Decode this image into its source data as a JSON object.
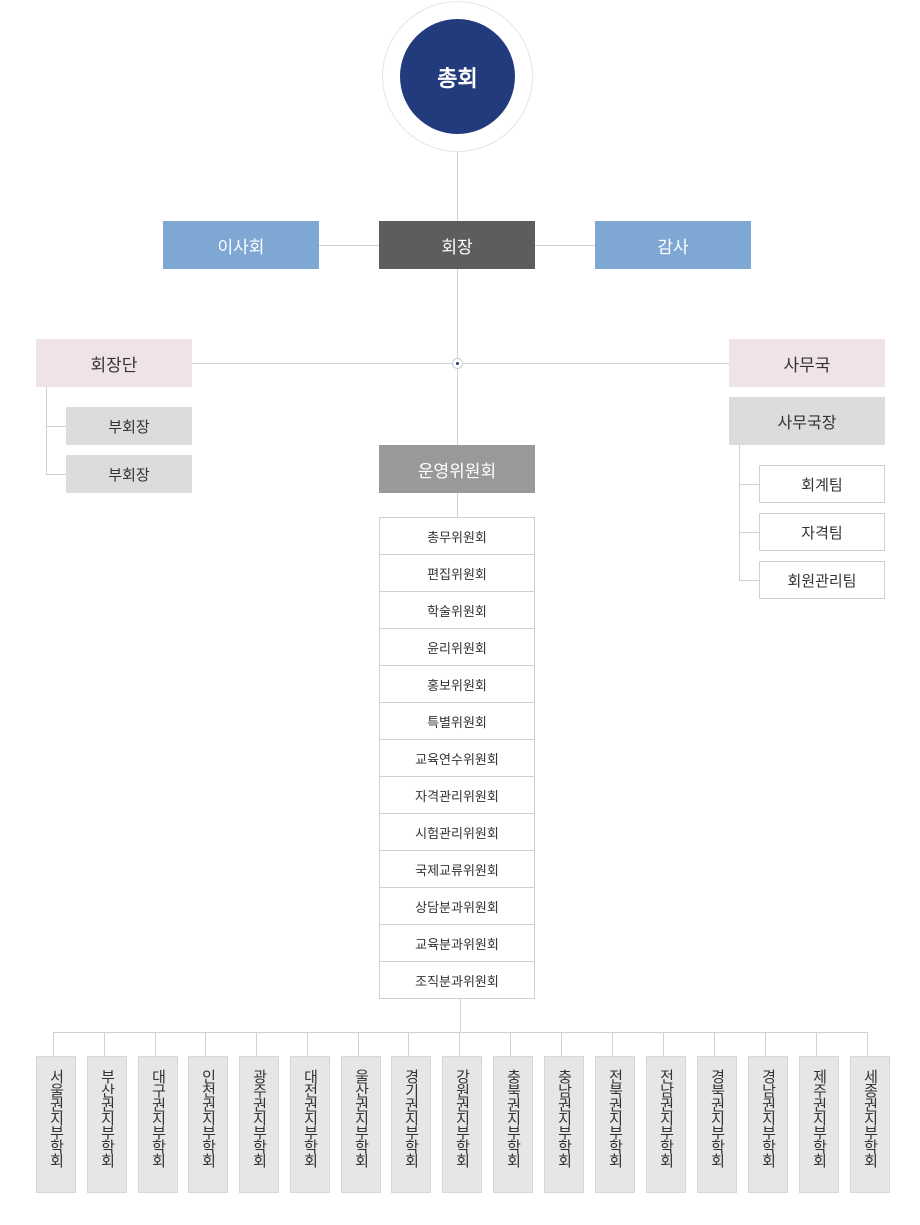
{
  "general_assembly": "총회",
  "board": "이사회",
  "president": "회장",
  "auditor": "감사",
  "presidium": {
    "title": "회장단",
    "members": [
      "부회장",
      "부회장"
    ]
  },
  "secretariat": {
    "title": "사무국",
    "head": "사무국장",
    "teams": [
      "회계팀",
      "자격팀",
      "회원관리팀"
    ]
  },
  "steering_committee": "운영위원회",
  "committees": [
    "총무위원회",
    "편집위원회",
    "학술위원회",
    "윤리위원회",
    "홍보위원회",
    "특별위원회",
    "교육연수위원회",
    "자격관리위원회",
    "시험관리위원회",
    "국제교류위원회",
    "상담분과위원회",
    "교육분과위원회",
    "조직분과위원회"
  ],
  "branches": [
    "서울권지부학회",
    "부산권지부학회",
    "대구권지부학회",
    "인천권지부학회",
    "광주권지부학회",
    "대전권지부학회",
    "울산권지부학회",
    "경기권지부학회",
    "강원권지부학회",
    "충북권지부학회",
    "충남권지부학회",
    "전북권지부학회",
    "전남권지부학회",
    "경북권지부학회",
    "경남권지부학회",
    "제주권지부학회",
    "세종권지부학회"
  ],
  "colors": {
    "navy": "#213b7c",
    "blue": "#7ea7d3",
    "dark": "#5d5d5d",
    "pink": "#efe3e5",
    "grey": "#dcdcdc",
    "line": "#cfcfd4"
  }
}
